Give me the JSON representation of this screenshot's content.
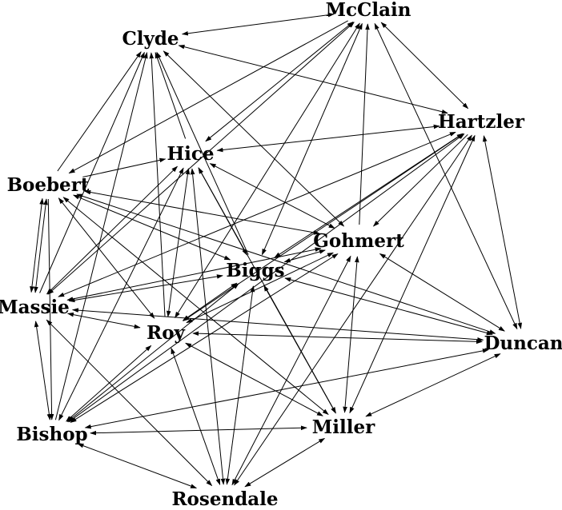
{
  "graph": {
    "nodes": [
      {
        "id": "mcclain",
        "label": "McClain"
      },
      {
        "id": "clyde",
        "label": "Clyde"
      },
      {
        "id": "hartzler",
        "label": "Hartzler"
      },
      {
        "id": "hice",
        "label": "Hice"
      },
      {
        "id": "boebert",
        "label": "Boebert"
      },
      {
        "id": "gohmert",
        "label": "Gohmert"
      },
      {
        "id": "biggs",
        "label": "Biggs"
      },
      {
        "id": "massie",
        "label": "Massie"
      },
      {
        "id": "roy",
        "label": "Roy"
      },
      {
        "id": "duncan",
        "label": "Duncan"
      },
      {
        "id": "bishop",
        "label": "Bishop"
      },
      {
        "id": "miller",
        "label": "Miller"
      },
      {
        "id": "rosendale",
        "label": "Rosendale"
      }
    ],
    "edges": [
      {
        "from": "clyde",
        "to": "mcclain",
        "both": true
      },
      {
        "from": "clyde",
        "to": "hartzler",
        "both": true
      },
      {
        "from": "mcclain",
        "to": "hartzler",
        "both": true
      },
      {
        "from": "mcclain",
        "to": "hice",
        "both": true
      },
      {
        "from": "mcclain",
        "to": "duncan",
        "both": true
      },
      {
        "from": "mcclain",
        "to": "biggs",
        "both": true
      },
      {
        "from": "mcclain",
        "to": "roy",
        "both": true
      },
      {
        "from": "mcclain",
        "to": "boebert",
        "both": false
      },
      {
        "from": "mcclain",
        "to": "massie",
        "both": true
      },
      {
        "from": "gohmert",
        "to": "mcclain",
        "both": false
      },
      {
        "from": "clyde",
        "to": "gohmert",
        "both": true
      },
      {
        "from": "hice",
        "to": "clyde",
        "both": false
      },
      {
        "from": "boebert",
        "to": "clyde",
        "both": false
      },
      {
        "from": "biggs",
        "to": "clyde",
        "both": false
      },
      {
        "from": "roy",
        "to": "clyde",
        "both": false
      },
      {
        "from": "bishop",
        "to": "clyde",
        "both": false
      },
      {
        "from": "massie",
        "to": "clyde",
        "both": false
      },
      {
        "from": "hartzler",
        "to": "hice",
        "both": true
      },
      {
        "from": "hartzler",
        "to": "biggs",
        "both": true
      },
      {
        "from": "hartzler",
        "to": "duncan",
        "both": true
      },
      {
        "from": "hartzler",
        "to": "roy",
        "both": true
      },
      {
        "from": "hartzler",
        "to": "bishop",
        "both": true
      },
      {
        "from": "hartzler",
        "to": "miller",
        "both": true
      },
      {
        "from": "hartzler",
        "to": "massie",
        "both": true
      },
      {
        "from": "hartzler",
        "to": "gohmert",
        "both": false
      },
      {
        "from": "hartzler",
        "to": "rosendale",
        "both": true
      },
      {
        "from": "hice",
        "to": "gohmert",
        "both": true
      },
      {
        "from": "hice",
        "to": "biggs",
        "both": true
      },
      {
        "from": "hice",
        "to": "roy",
        "both": true
      },
      {
        "from": "hice",
        "to": "massie",
        "both": true
      },
      {
        "from": "hice",
        "to": "bishop",
        "both": true
      },
      {
        "from": "hice",
        "to": "miller",
        "both": true
      },
      {
        "from": "hice",
        "to": "rosendale",
        "both": true
      },
      {
        "from": "boebert",
        "to": "hice",
        "both": false
      },
      {
        "from": "boebert",
        "to": "gohmert",
        "both": true
      },
      {
        "from": "boebert",
        "to": "biggs",
        "both": true
      },
      {
        "from": "boebert",
        "to": "roy",
        "both": true
      },
      {
        "from": "boebert",
        "to": "miller",
        "both": true
      },
      {
        "from": "boebert",
        "to": "duncan",
        "both": true
      },
      {
        "from": "boebert",
        "to": "massie",
        "both": true
      },
      {
        "from": "boebert",
        "to": "bishop",
        "both": false
      },
      {
        "from": "gohmert",
        "to": "biggs",
        "both": true
      },
      {
        "from": "gohmert",
        "to": "duncan",
        "both": true
      },
      {
        "from": "gohmert",
        "to": "roy",
        "both": true
      },
      {
        "from": "gohmert",
        "to": "massie",
        "both": true
      },
      {
        "from": "gohmert",
        "to": "miller",
        "both": true
      },
      {
        "from": "gohmert",
        "to": "bishop",
        "both": true
      },
      {
        "from": "gohmert",
        "to": "rosendale",
        "both": true
      },
      {
        "from": "biggs",
        "to": "roy",
        "both": true
      },
      {
        "from": "biggs",
        "to": "massie",
        "both": true
      },
      {
        "from": "biggs",
        "to": "duncan",
        "both": true
      },
      {
        "from": "biggs",
        "to": "miller",
        "both": true
      },
      {
        "from": "biggs",
        "to": "bishop",
        "both": true
      },
      {
        "from": "biggs",
        "to": "rosendale",
        "both": true
      },
      {
        "from": "massie",
        "to": "roy",
        "both": true
      },
      {
        "from": "massie",
        "to": "bishop",
        "both": true
      },
      {
        "from": "massie",
        "to": "duncan",
        "both": true
      },
      {
        "from": "massie",
        "to": "rosendale",
        "both": true
      },
      {
        "from": "roy",
        "to": "duncan",
        "both": true
      },
      {
        "from": "roy",
        "to": "bishop",
        "both": true
      },
      {
        "from": "roy",
        "to": "miller",
        "both": true
      },
      {
        "from": "roy",
        "to": "rosendale",
        "both": true
      },
      {
        "from": "duncan",
        "to": "miller",
        "both": true
      },
      {
        "from": "duncan",
        "to": "bishop",
        "both": true
      },
      {
        "from": "miller",
        "to": "bishop",
        "both": true
      },
      {
        "from": "miller",
        "to": "rosendale",
        "both": true
      },
      {
        "from": "bishop",
        "to": "rosendale",
        "both": true
      },
      {
        "from": "boebert",
        "to": "massie",
        "both": true
      }
    ]
  }
}
